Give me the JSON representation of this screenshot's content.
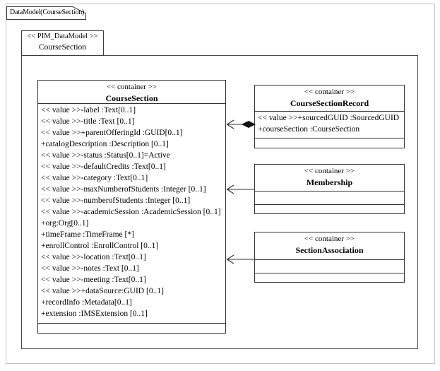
{
  "diagram": {
    "tab_label": "DataModel(CourseSection)",
    "package": {
      "stereotype": "<< PIM_DataModel >>",
      "name": "CourseSection"
    }
  },
  "classes": {
    "course_section": {
      "stereotype": "<< container >>",
      "name": "CourseSection",
      "attributes": [
        "<< value >>-label :Text[0..1]",
        "<< value >>-title :Text [0..1]",
        "<< value >>+parentOfferingId :GUID[0..1]",
        "+catalogDescription :Description [0..1]",
        "<< value >>-status :Status[0..1]=Active",
        "<< value >>-defaultCredits :Text[0..1]",
        "<< value >>-category :Text[0..1]",
        "<< value >>-maxNumberofStudents :Integer [0..1]",
        "<< value >>-numberofStudents :Integer [0..1]",
        "<< value >>-academicSession :AcademicSession [0..1]",
        "+org:Org[0..1]",
        "+timeFrame :TimeFrame [*]",
        "+enrollControl :EnrollControl [0..1]",
        "<< value >>-location :Text[0..1]",
        "<< value >>-notes :Text [0..1]",
        "<< value >>-meeting :Text[0..1]",
        "<< value >>+dataSource:GUID [0..1]",
        "+recordInfo :Metadata[0..1]",
        "+extension :IMSExtension [0..1]"
      ]
    },
    "course_section_record": {
      "stereotype": "<< container >>",
      "name": "CourseSectionRecord",
      "attributes": [
        "<< value >>+sourcedGUID :SourcedGUID",
        "+courseSection :CourseSection"
      ]
    },
    "membership": {
      "stereotype": "<< container >>",
      "name": "Membership",
      "attributes": []
    },
    "section_association": {
      "stereotype": "<< container >>",
      "name": "SectionAssociation",
      "attributes": []
    }
  },
  "connectors": [
    {
      "from": "CourseSectionRecord",
      "to": "CourseSection",
      "type": "composition-navigable"
    },
    {
      "from": "Membership",
      "to": "CourseSection",
      "type": "directed-association"
    },
    {
      "from": "SectionAssociation",
      "to": "CourseSection",
      "type": "directed-association"
    }
  ],
  "colors": {
    "background": "#ffffff",
    "line": "#333333",
    "frame_line": "#4a4a4a",
    "outer_border": "#c3c3c3",
    "text": "#000000"
  }
}
